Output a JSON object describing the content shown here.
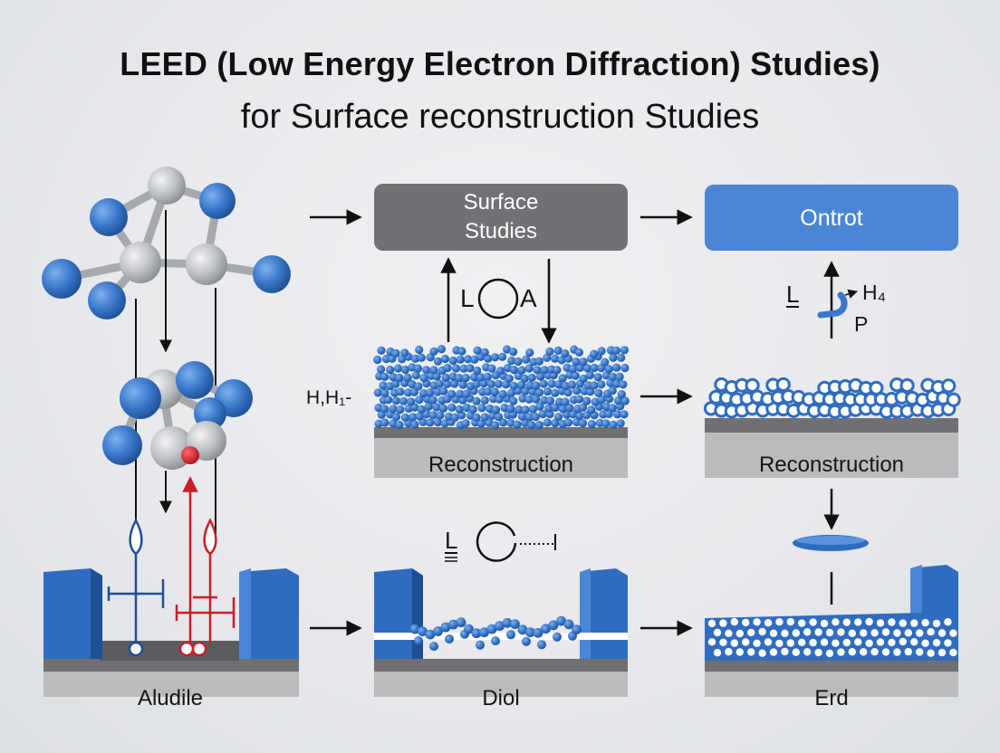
{
  "title": {
    "main": "LEED (Low Energy Electron Diffraction) Studies)",
    "sub": "for Surface reconstruction Studies"
  },
  "boxes": {
    "surface_studies": [
      "Surface",
      "Studies"
    ],
    "ontrot": "Ontrot"
  },
  "labels": {
    "loa_l": "L",
    "loa_a": "A",
    "hh": "H,H₁-",
    "l_right": "L",
    "h4": "H₄",
    "p": "P",
    "l_mid": "L"
  },
  "captions": {
    "reconstruction_center": "Reconstruction",
    "reconstruction_right": "Reconstruction",
    "aludile": "Aludile",
    "diol": "Diol",
    "erd": "Erd"
  },
  "colors": {
    "atom_blue": "#3a78c9",
    "atom_gray": "#b9bcc0",
    "accent_red": "#c81e28",
    "box_gray": "#6f7174",
    "box_blue": "#4a86d4"
  }
}
